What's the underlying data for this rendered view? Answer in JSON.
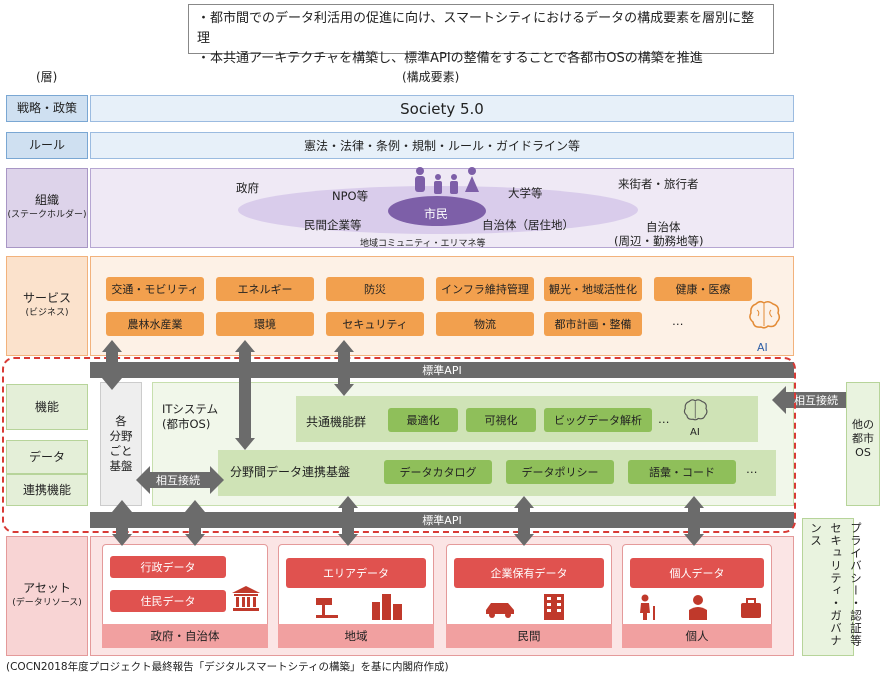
{
  "notes": [
    "・都市間でのデータ利活用の促進に向け、スマートシティにおけるデータの構成要素を層別に整理",
    "・本共通アーキテクチャを構築し、標準APIの整備をすることで各都市OSの構築を推進"
  ],
  "headers": {
    "layer": "(層)",
    "elements": "(構成要素)"
  },
  "layers": {
    "strategy": {
      "label": "戦略・政策",
      "content": "Society 5.0"
    },
    "rules": {
      "label": "ルール",
      "content": "憲法・法律・条例・規制・ルール・ガイドライン等"
    },
    "org": {
      "label": "組織",
      "sub": "(ステークホルダー)",
      "items": {
        "gov": "政府",
        "npo": "NPO等",
        "univ": "大学等",
        "visitor": "来街者・旅行者",
        "citizen": "市民",
        "private": "民間企業等",
        "local_gov": "自治体（居住地）",
        "local_gov2": "自治体",
        "local_gov2_sub": "(周辺・勤務地等)",
        "community": "地域コミュニティ・エリマネ等"
      }
    },
    "service": {
      "label": "サービス",
      "sub": "(ビジネス)",
      "buttons": [
        "交通・モビリティ",
        "エネルギー",
        "防災",
        "インフラ維持管理",
        "観光・地域活性化",
        "健康・医療",
        "農林水産業",
        "環境",
        "セキュリティ",
        "物流",
        "都市計画・整備"
      ],
      "ellipsis": "…",
      "ai": "AI"
    },
    "function": {
      "labels": [
        "機能",
        "データ",
        "連携機能"
      ],
      "api_top": "標準API",
      "api_bottom": "標準API",
      "field_platform": "各\n分野\nごと\n基盤",
      "it_system": "ITシステム\n(都市OS)",
      "common_group": "共通機能群",
      "common_items": [
        "最適化",
        "可視化",
        "ビッグデータ解析"
      ],
      "common_ellipsis": "…",
      "ai": "AI",
      "cross_platform": "分野間データ連携基盤",
      "cross_items": [
        "データカタログ",
        "データポリシー",
        "語彙・コード"
      ],
      "cross_ellipsis": "…",
      "mutual_left": "相互接続",
      "mutual_right": "相互接続",
      "other_city": "他の\n都市\nOS"
    },
    "privacy": "プライバシー・認証等\nセキュリティ・ガバナンス",
    "asset": {
      "label": "アセット",
      "sub": "(データリソース)",
      "groups": [
        {
          "items": [
            "行政データ",
            "住民データ"
          ],
          "footer": "政府・自治体"
        },
        {
          "items": [
            "エリアデータ"
          ],
          "footer": "地域"
        },
        {
          "items": [
            "企業保有データ"
          ],
          "footer": "民間"
        },
        {
          "items": [
            "個人データ"
          ],
          "footer": "個人"
        }
      ]
    }
  },
  "source": "(COCN2018年度プロジェクト最終報告「デジタルスマートシティの構築」を基に内閣府作成)"
}
